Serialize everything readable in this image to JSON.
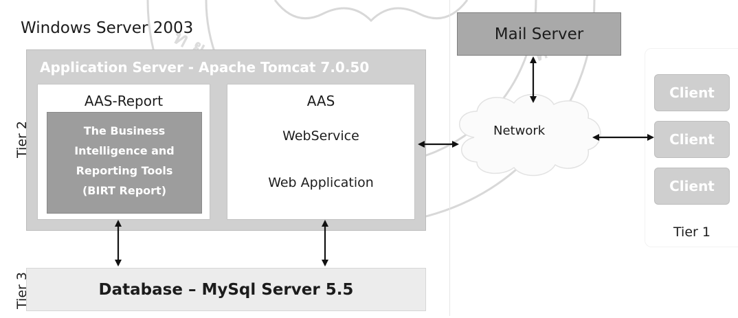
{
  "diagram": {
    "os_title": "Windows Server 2003",
    "app_server_title": "Application Server - Apache Tomcat 7.0.50",
    "aas_report_panel": {
      "title": "AAS-Report",
      "tool_lines": [
        "The Business",
        "Intelligence and",
        "Reporting Tools",
        "(BIRT Report)"
      ]
    },
    "aas_panel": {
      "title": "AAS",
      "webservice": "WebService",
      "web_application": "Web Application"
    },
    "mail_server": "Mail Server",
    "network": "Network",
    "clients": [
      "Client",
      "Client",
      "Client"
    ],
    "tier_1": "Tier 1",
    "tier_2": "Tier 2",
    "tier_3": "Tier 3",
    "database": "Database – MySql Server 5.5"
  },
  "colors": {
    "app_server_fill": "#d0d0d0",
    "birt_fill": "#9d9d9d",
    "mail_server_fill": "#a9a9a9",
    "client_fill": "#cfcfcf",
    "database_fill": "#ececec"
  }
}
